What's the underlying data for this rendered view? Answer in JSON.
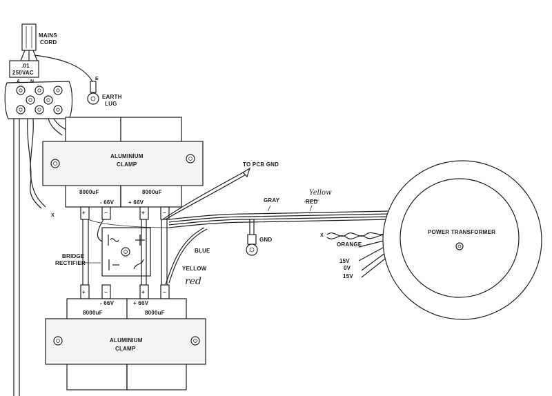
{
  "labels": {
    "mains_cord": "MAINS\nCORD",
    "fuse": ".01\n250VAC",
    "terminal_a": "A",
    "terminal_n": "N",
    "earth_e": "E",
    "earth_lug": "EARTH\nLUG",
    "clamp_top": "ALUMINIUM\nCLAMP",
    "clamp_bottom": "ALUMINIUM\nCLAMP",
    "cap_top_left": "8000uF",
    "cap_top_right": "8000uF",
    "cap_bottom_left": "8000uF",
    "cap_bottom_right": "8000uF",
    "volt_top_neg": "- 66V",
    "volt_top_pos": "+ 66V",
    "volt_bottom_neg": "- 66V",
    "volt_bottom_pos": "+ 66V",
    "bridge_rectifier": "BRIDGE\nRECTIFIER",
    "to_pcb_gnd": "TO PCB GND",
    "gray": "GRAY",
    "red": "RED",
    "gnd": "GND",
    "blue": "BLUE",
    "yellow": "YELLOW",
    "orange": "ORANGE",
    "x_left": "X",
    "x_right": "X",
    "tap_15v_top": "15V",
    "tap_0v": "0V",
    "tap_15v_bottom": "15V",
    "power_transformer": "POWER TRANSFORMER"
  },
  "handwriting": {
    "yellow_note": "Yellow",
    "red_note": "red"
  }
}
